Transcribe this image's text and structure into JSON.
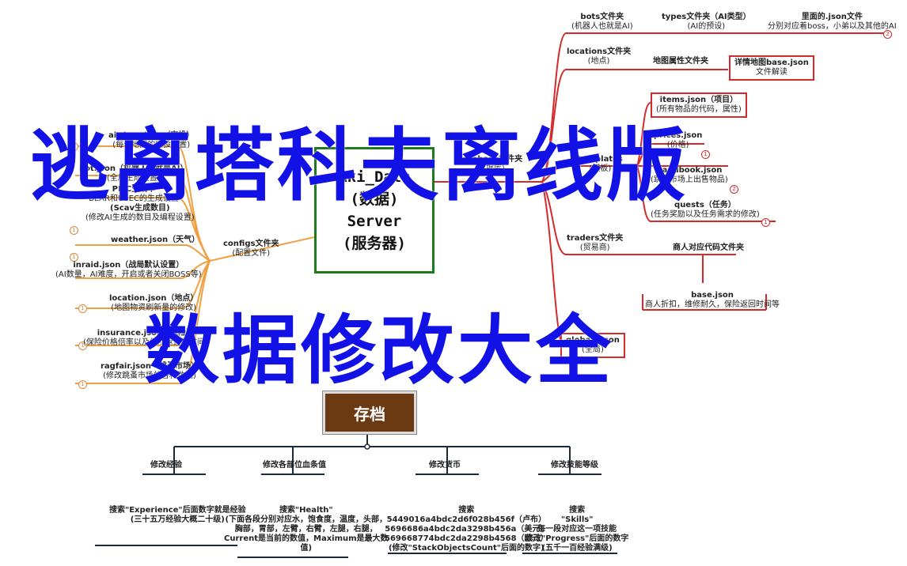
{
  "colors": {
    "red": "#d42a2a",
    "orange": "#f0a040",
    "green": "#1c7a1c",
    "dark": "#333333",
    "title": "#1212e6",
    "brown": "#6b3a12"
  },
  "center": {
    "line1": "Aki_Data",
    "line2": "(数据)",
    "line3": "Server",
    "line4": "(服务器)"
  },
  "database": {
    "title": "database文件夹",
    "subtitle": "(数据库)"
  },
  "configs": {
    "title": "configs文件夹",
    "subtitle": "(配置文件)"
  },
  "left_items": [
    {
      "title": "airdrop.json（空投）",
      "subtitle": "(每个地图的空投设置)"
    },
    {
      "title": "bot.json（机器人也就是AI）",
      "subtitle": "(全局生成设置)"
    },
    {
      "title": "PMC生成率",
      "subtitle": "BEAR和USEC的生成设置"
    },
    {
      "title": "(Scav生成数目)",
      "subtitle": "(修改AI生成的数目及编程设置)"
    },
    {
      "title": "weather.json（天气）",
      "subtitle": ""
    },
    {
      "title": "inraid.json（战局默认设置）",
      "subtitle": "(AI数量，AI难度，开启或者关闭BOSS等)"
    },
    {
      "title": "location.json（地点）",
      "subtitle": "(地图物资刷新量的修改)"
    },
    {
      "title": "insurance.json（保险）",
      "subtitle": "(保险价格倍率以及保险返还的时间)"
    },
    {
      "title": "ragfair.json（跳蚤市场）",
      "subtitle": "(修改跳蚤市场的各种数据)"
    }
  ],
  "right_items": {
    "bots": {
      "title": "bots文件夹",
      "subtitle": "(机器人也就是AI)"
    },
    "types": {
      "title": "types文件夹（AI类型）",
      "subtitle": "(AI的预设)"
    },
    "types_detail": {
      "title": "里面的.json文件",
      "subtitle": "分别对应着boss，小弟以及其他的AI"
    },
    "locations": {
      "title": "locations文件夹",
      "subtitle": "(地点)"
    },
    "locations_attr": {
      "title": "地图属性文件夹"
    },
    "base_detail": {
      "title": "详情地图base.json",
      "subtitle": "文件解读"
    },
    "items": {
      "title": "items.json（项目）",
      "subtitle": "(所有物品的代码，属性)"
    },
    "prices": {
      "title": "prices.json",
      "subtitle": "(价格)"
    },
    "templates": {
      "title": "templates",
      "subtitle": "(模板)"
    },
    "handbook": {
      "title": "handbook.json",
      "subtitle": "(跳蚤市场上出售物品)"
    },
    "quests": {
      "title": "quests（任务）",
      "subtitle": "(任务奖励以及任务需求的修改)"
    },
    "traders": {
      "title": "traders文件夹",
      "subtitle": "(贸易商)"
    },
    "traders_code": {
      "title": "商人对应代码文件夹"
    },
    "base_json": {
      "title": "base.json",
      "subtitle": "商人折扣，维修耐久，保险返回时间等"
    },
    "globals": {
      "title": "globals.json",
      "subtitle": "(全局)"
    }
  },
  "save": {
    "label": "存档"
  },
  "bottom_items": [
    {
      "head": "修改经验",
      "body": [
        "搜索\"Experience\"后面数字就是经验",
        "(三十五万经验大概二十级)"
      ]
    },
    {
      "head": "修改各部位血条值",
      "body": [
        "搜索\"Health\"",
        "(下面各段分别对应水，饱食度，温度，头部，",
        "胸部，胃部，左臂，右臂，左腿，右腿，",
        "Current是当前的数值，Maximum是最大数",
        "值)"
      ]
    },
    {
      "head": "修改货币",
      "body": [
        "搜索",
        "5449016a4bdc2d6f028b456f（卢布）",
        "5696686a4bdc2da3298b456a（美元）",
        "569668774bdc2da2298b4568（欧元）",
        "(修改\"StackObjectsCount\"后面的数字)"
      ]
    },
    {
      "head": "修改技能等级",
      "body": [
        "搜索",
        "\"Skills\"",
        "每一段对应这一项技能",
        "修改\"Progress\"后面的数字",
        "(五千一百经验满级)"
      ]
    }
  ],
  "title": {
    "line1": "逃离塔科夫离线版",
    "line2": "数据修改大全"
  }
}
